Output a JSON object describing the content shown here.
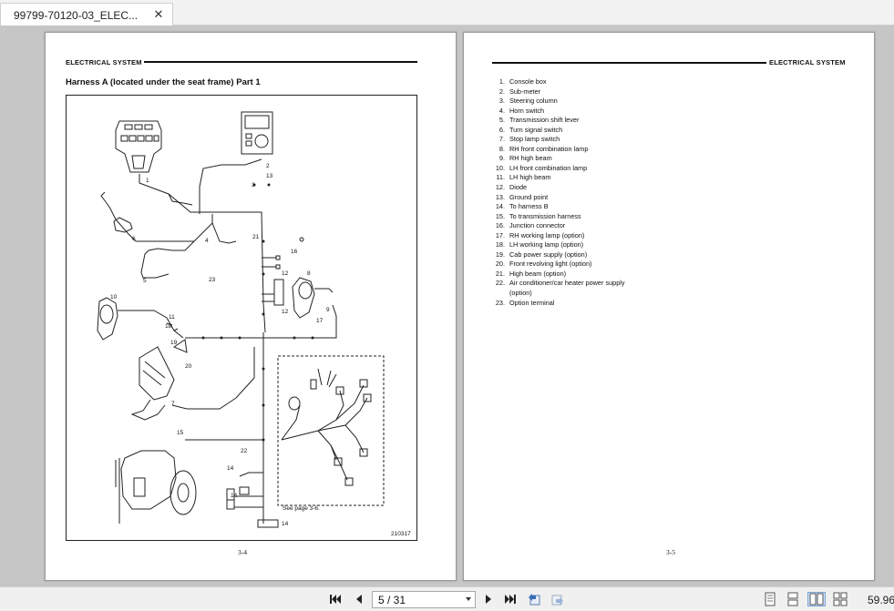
{
  "tab": {
    "title": "99799-70120-03_ELEC...",
    "close_glyph": "✕"
  },
  "left_page": {
    "section": "ELECTRICAL SYSTEM",
    "title": "Harness A (located under the seat frame) Part 1",
    "figure_id": "210317",
    "see_page": "See page 3-6.",
    "page_number": "3-4",
    "callouts": [
      "1",
      "2",
      "3",
      "4",
      "5",
      "6",
      "7",
      "8",
      "9",
      "10",
      "11",
      "12",
      "13",
      "14",
      "15",
      "16",
      "17",
      "18",
      "19",
      "20",
      "21",
      "22",
      "23"
    ]
  },
  "right_page": {
    "section": "ELECTRICAL SYSTEM",
    "page_number": "3-5",
    "items": [
      {
        "num": "1.",
        "text": "Console box"
      },
      {
        "num": "2.",
        "text": "Sub-meter"
      },
      {
        "num": "3.",
        "text": "Steering column"
      },
      {
        "num": "4.",
        "text": "Horn switch"
      },
      {
        "num": "5.",
        "text": "Transmission shift lever"
      },
      {
        "num": "6.",
        "text": "Turn signal switch"
      },
      {
        "num": "7.",
        "text": "Stop lamp switch"
      },
      {
        "num": "8.",
        "text": "RH front combination lamp"
      },
      {
        "num": "9.",
        "text": "RH high beam"
      },
      {
        "num": "10.",
        "text": "LH front combination lamp"
      },
      {
        "num": "11.",
        "text": "LH high beam"
      },
      {
        "num": "12.",
        "text": "Diode"
      },
      {
        "num": "13.",
        "text": "Ground point"
      },
      {
        "num": "14.",
        "text": "To harness B"
      },
      {
        "num": "15.",
        "text": "To transmission harness"
      },
      {
        "num": "16.",
        "text": "Junction connector"
      },
      {
        "num": "17.",
        "text": "RH working lamp (option)"
      },
      {
        "num": "18.",
        "text": "LH working lamp (option)"
      },
      {
        "num": "19.",
        "text": "Cab power supply (option)"
      },
      {
        "num": "20.",
        "text": "Front revolving light (option)"
      },
      {
        "num": "21.",
        "text": "High beam (option)"
      },
      {
        "num": "22.",
        "text": "Air conditioner/car heater power supply"
      },
      {
        "num": "",
        "text": "(option)"
      },
      {
        "num": "23.",
        "text": "Option terminal"
      }
    ]
  },
  "toolbar": {
    "page_indicator": "5 / 31",
    "zoom": "59.96",
    "icons": [
      "first-page-icon",
      "prev-page-icon",
      "next-page-icon",
      "last-page-icon",
      "go-back-icon",
      "go-forward-icon",
      "single-page-icon",
      "continuous-icon",
      "facing-pages-icon",
      "continuous-facing-icon"
    ]
  }
}
